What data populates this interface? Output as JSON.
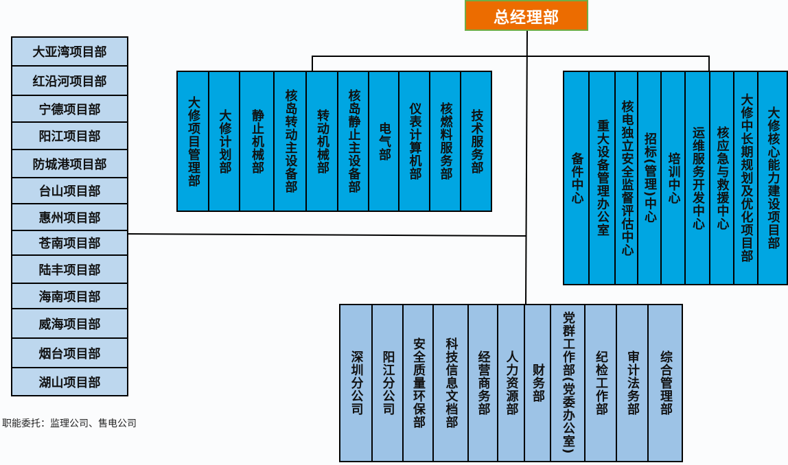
{
  "head": {
    "label": "总经理部"
  },
  "left_projects": [
    "大亚湾项目部",
    "红沿河项目部",
    "宁德项目部",
    "阳江项目部",
    "防城港项目部",
    "台山项目部",
    "惠州项目部",
    "苍南项目部",
    "陆丰项目部",
    "海南项目部",
    "威海项目部",
    "烟台项目部",
    "湖山项目部"
  ],
  "top_group": [
    "大修项目管理部",
    "大修计划部",
    "静止机械部",
    "核岛转动主设备部",
    "转动机械部",
    "核岛静止主设备部",
    "电气部",
    "仪表计算机部",
    "核燃料服务部",
    "技术服务部"
  ],
  "right_group": [
    "备件中心",
    "重大设备管理办公室",
    "核电独立安全监督评估中心",
    "招标(管理)中心",
    "培训中心",
    "运维服务开发中心",
    "核应急与救援中心",
    "大修中长期规划及优化项目部",
    "大修核心能力建设项目部"
  ],
  "bottom_group": [
    "深圳分公司",
    "阳江分公司",
    "安全质量环保部",
    "科技信息文档部",
    "经营商务部",
    "人力资源部",
    "财务部",
    "党群工作部(党委办公室)",
    "纪检工作部",
    "审计法务部",
    "综合管理部"
  ],
  "footnote": "职能委托：监理公司、售电公司",
  "colors": {
    "head": "#ec6c00",
    "head_border": "#70ad47",
    "blue": "#00a6e2",
    "light_blue": "#9dc3e6",
    "pale_blue": "#bdd7ee"
  }
}
